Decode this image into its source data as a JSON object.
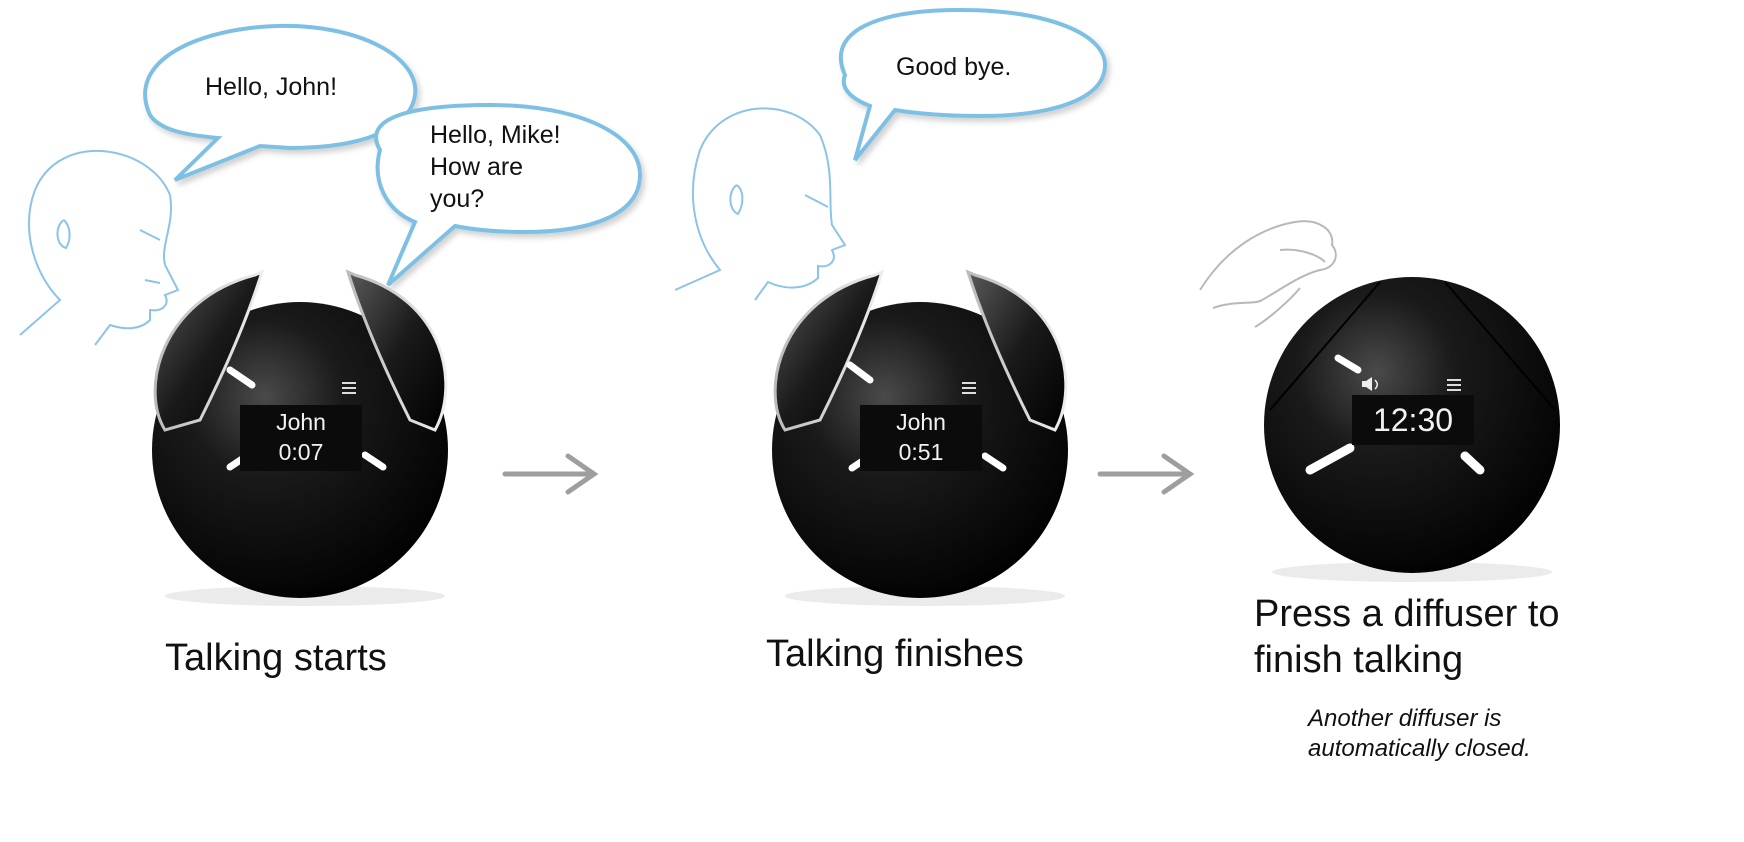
{
  "colors": {
    "bubble": "#7ec0e4",
    "arrow": "#9e9e9e",
    "device": "#0d0d0d"
  },
  "panels": [
    {
      "caption": "Talking starts",
      "bubbles": [
        {
          "lines": [
            "Hello, John!"
          ]
        },
        {
          "lines": [
            "Hello, Mike!",
            "How are",
            "you?"
          ]
        }
      ],
      "screen": {
        "name": "John",
        "time": "0:07"
      }
    },
    {
      "caption": "Talking finishes",
      "bubbles": [
        {
          "lines": [
            "Good bye."
          ]
        }
      ],
      "screen": {
        "name": "John",
        "time": "0:51"
      }
    },
    {
      "caption_lines": [
        "Press a diffuser to",
        "finish talking"
      ],
      "note_lines": [
        "Another diffuser is",
        "automatically closed."
      ],
      "screen": {
        "time": "12:30"
      }
    }
  ],
  "icons": [
    "speaker-icon",
    "menu-icon",
    "right-arrow-icon",
    "hand-icon",
    "person-head-icon"
  ]
}
